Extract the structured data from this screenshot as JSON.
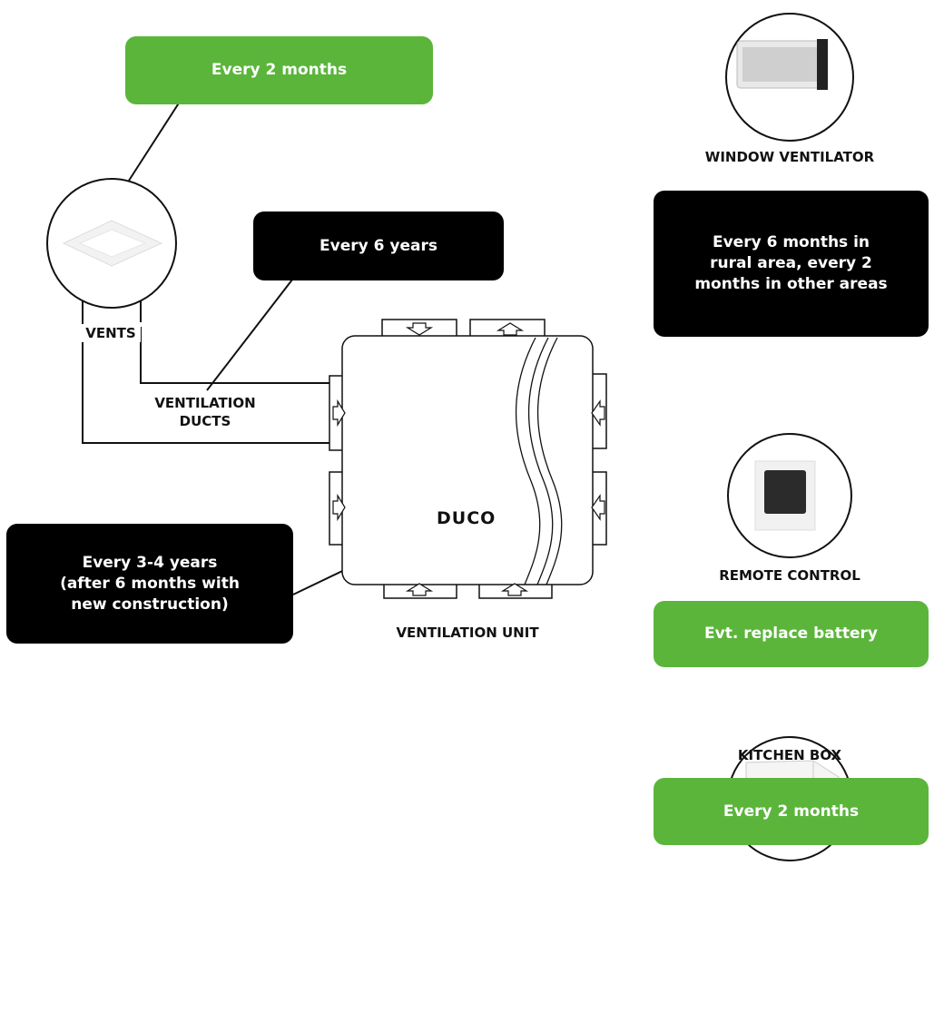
{
  "boxes": {
    "vents_interval": "Every 2 months",
    "ducts_interval": "Every 6 years",
    "unit_interval": "Every 3-4 years\n(after 6 months with\nnew construction)",
    "window_interval": "Every 6 months in\nrural area, every 2\nmonths in other areas",
    "remote_action": "Evt. replace battery",
    "kitchen_interval": "Every 2 months"
  },
  "labels": {
    "vents": "VENTS",
    "ducts": "VENTILATION\nDUCTS",
    "unit": "VENTILATION UNIT",
    "window": "WINDOW VENTILATOR",
    "remote": "REMOTE CONTROL",
    "kitchen": "KITCHEN BOX",
    "logo": "DUCO"
  },
  "colors": {
    "green": "#5bb53b",
    "black": "#000000"
  }
}
